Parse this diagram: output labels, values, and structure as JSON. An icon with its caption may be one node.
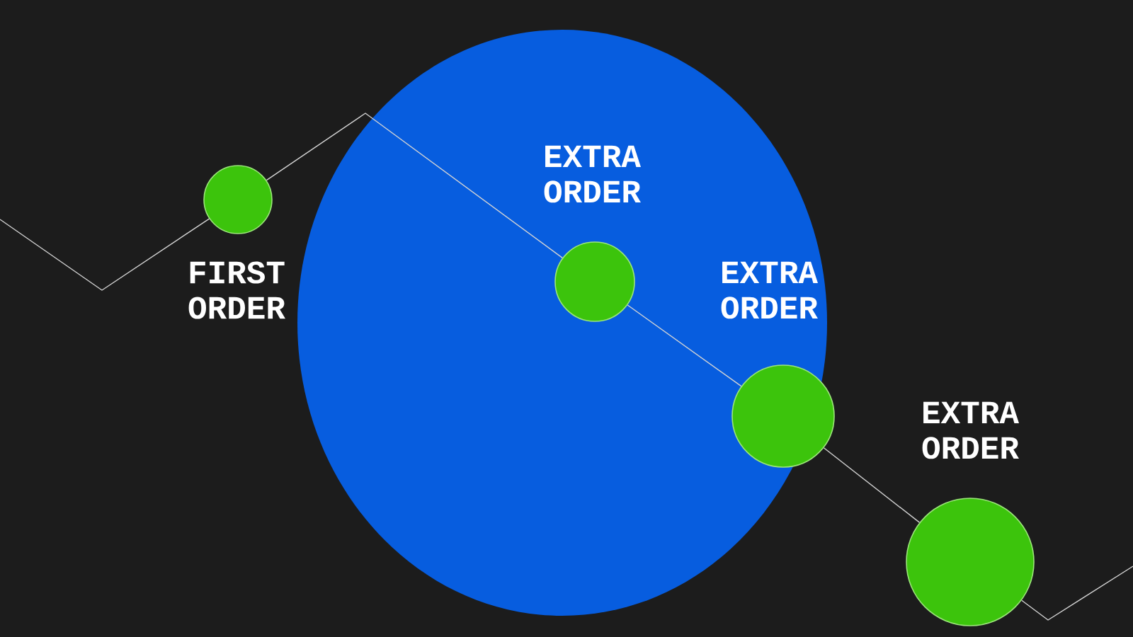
{
  "diagram": {
    "nodes": [
      {
        "text": [],
        "shape": "circle",
        "beside": [
          "FIRST ORDER"
        ]
      },
      {
        "text": [],
        "shape": "circle"
      },
      {
        "text": [],
        "shape": "circle",
        "in": 1,
        "beside": [
          "EXTRA ORDER"
        ]
      },
      {
        "text": [],
        "shape": "circle",
        "beside": [
          "EXTRA ORDER"
        ]
      },
      {
        "text": [],
        "shape": "circle",
        "beside": [
          "EXTRA ORDER"
        ]
      }
    ],
    "edges": [
      {
        "from": null,
        "to": 0,
        "arrow": "none"
      },
      {
        "from": 0,
        "to": 2,
        "arrow": "none"
      },
      {
        "from": 2,
        "to": 3,
        "arrow": "none"
      },
      {
        "from": 3,
        "to": 4,
        "arrow": "none"
      },
      {
        "from": 4,
        "to": null,
        "arrow": "none"
      }
    ]
  }
}
